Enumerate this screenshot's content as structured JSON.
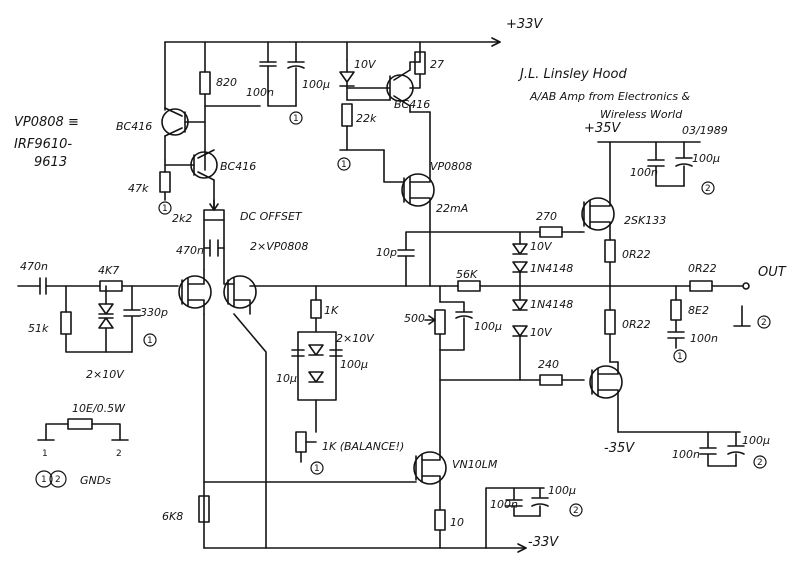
{
  "title": {
    "author": "J.L. Linsley Hood",
    "line1": "A/AB Amp from Electronics &",
    "line2": "Wireless World",
    "date": "03/1989"
  },
  "rails": {
    "pos33": "+33V",
    "pos35": "+35V",
    "neg35": "-35V",
    "neg33": "-33V",
    "out": "OUT"
  },
  "gnd_ref": {
    "g1": "1",
    "g2": "2",
    "legend": "GNDs",
    "resistor": "10E/0.5W"
  },
  "labels": {
    "q1": "VP0808 ≡",
    "q1b": "IRF9610-",
    "q1c": "9613",
    "bc416a": "BC416",
    "bc416b": "BC416",
    "bc416c": "BC416",
    "r820": "820",
    "c100n_top": "100n",
    "c100u_top": "100µ",
    "z10v_top": "10V",
    "r27": "27",
    "r22k": "22k",
    "r47k": "47k",
    "r2k2": "2k2",
    "dcoffset": "DC OFFSET",
    "c470n_a": "470n",
    "pair": "2×VP0808",
    "vp0808": "VP0808",
    "i22": "22mA",
    "c10p": "10p",
    "r270": "270",
    "k133": "2SK133",
    "r56k": "56K",
    "z10v_a": "10V",
    "d1n4148_a": "1N4148",
    "d1n4148_b": "1N4148",
    "z10v_b": "10V",
    "r500": "500",
    "c100u_mid": "100µ",
    "or22_a": "0R22",
    "or22_b": "0R22",
    "or22_out": "0R22",
    "r8e2": "8E2",
    "c100n_out": "100n",
    "r240": "240",
    "c100n_tr": "100n",
    "c100u_tr": "100µ",
    "c100n_br": "100n",
    "c100u_br": "100µ",
    "c470n_in": "470n",
    "r4k7": "4K7",
    "r51k": "51k",
    "c330p": "330p",
    "z2x10v_in": "2×10V",
    "r1k": "1K",
    "z2x10v_m": "2×10V",
    "c10u_m": "10µ",
    "c100u_m": "100µ",
    "pot1k": "1K (BALANCE!)",
    "vn10": "VN10LM",
    "r10": "10",
    "r6k8": "6K8",
    "c100n_bot": "100n",
    "c100u_bot": "100µ"
  }
}
